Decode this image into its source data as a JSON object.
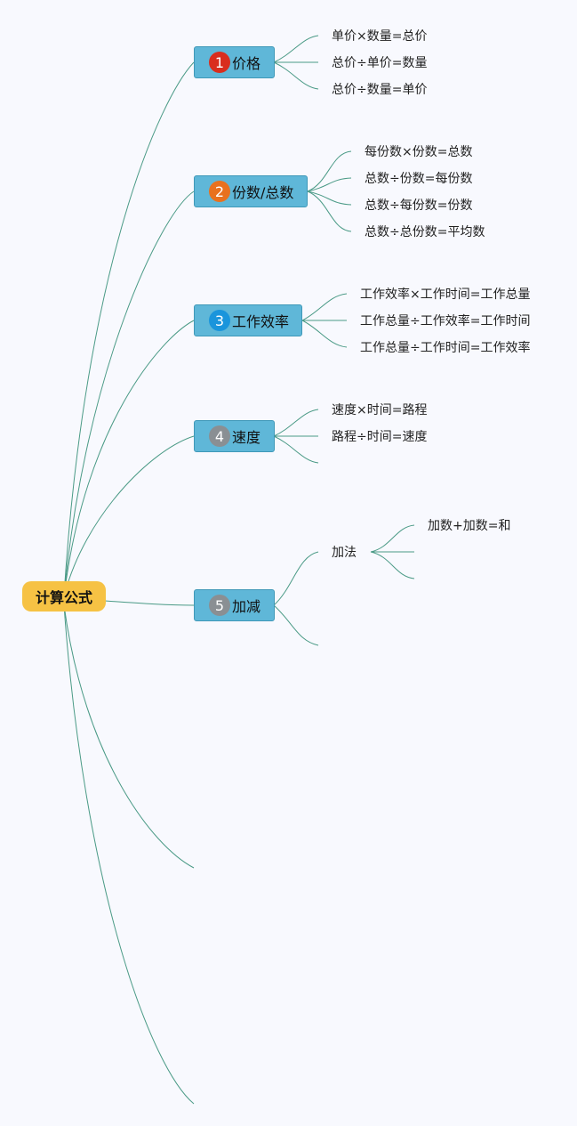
{
  "root": {
    "label": "计算公式"
  },
  "topics": [
    {
      "id": "t1",
      "number": "1",
      "badge_color": "#d92d1e",
      "label": "价格",
      "children": [
        "单价×数量=总价",
        "总价÷单价=数量",
        "总价÷数量=单价"
      ]
    },
    {
      "id": "t2",
      "number": "2",
      "badge_color": "#e8711e",
      "label": "份数/总数",
      "children": [
        "每份数×份数=总数",
        "总数÷份数=每份数",
        "总数÷每份数=份数",
        "总数÷总份数=平均数"
      ]
    },
    {
      "id": "t3",
      "number": "3",
      "badge_color": "#1a95dc",
      "label": "工作效率",
      "children": [
        "工作效率×工作时间=工作总量",
        "工作总量÷工作效率=工作时间",
        "工作总量÷工作时间=工作效率"
      ]
    },
    {
      "id": "t4",
      "number": "4",
      "badge_color": "#8a8f93",
      "label": "速度",
      "children": [
        "速度×时间=路程",
        "路程÷时间=速度",
        ""
      ]
    },
    {
      "id": "t5",
      "number": "5",
      "badge_color": "#8a8f93",
      "label": "加减",
      "children": [
        {
          "label": "加法",
          "children": [
            "加数+加数=和",
            "",
            ""
          ]
        },
        ""
      ]
    }
  ],
  "colors": {
    "line": "#4a9a86",
    "topic_fill": "#5fb7d8",
    "root_fill": "#f6c244",
    "background": "#f8f9fe"
  }
}
